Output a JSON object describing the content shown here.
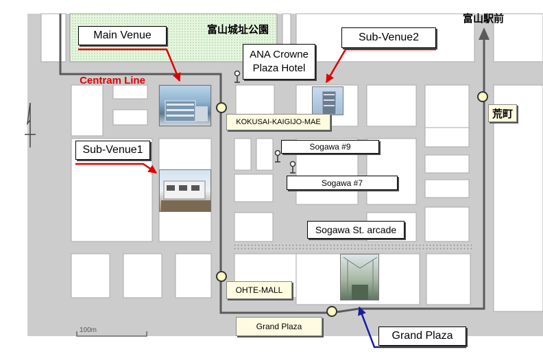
{
  "park_name": "富山城址公園",
  "line_label": "Centram Line",
  "main_venue": "Main Venue",
  "sub_venue1": "Sub-Venue1",
  "sub_venue2": "Sub-Venue2",
  "hotel": {
    "line1": "ANA Crowne",
    "line2": "Plaza Hotel"
  },
  "stations": {
    "kokusai": "KOKUSAI-KAIGIJO-MAE",
    "ohte": "OHTE-MALL",
    "grand_plaza": "Grand Plaza",
    "aramachi": "荒町",
    "toyama_ekimae": "富山駅前"
  },
  "bus_stops": {
    "sogawa9": "Sogawa #9",
    "sogawa7": "Sogawa #7"
  },
  "arcade": "Sogawa St. arcade",
  "grand_plaza_venue": "Grand Plaza",
  "scale": "100m",
  "colors": {
    "road": "#cccccc",
    "block": "#ffffff",
    "park": "#dff2d8",
    "tram": "#606060",
    "callout_red": "#e00000",
    "callout_blue": "#1a1aa0",
    "station_fill": "#fffbc0"
  }
}
